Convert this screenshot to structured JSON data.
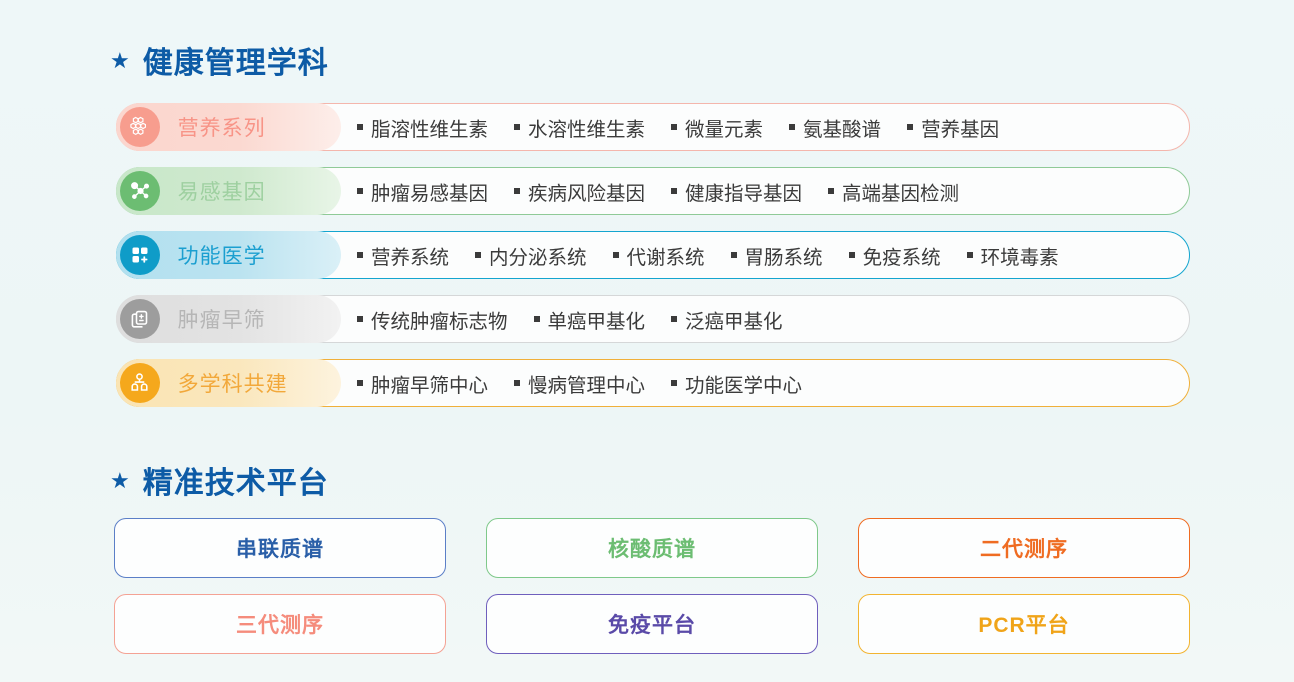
{
  "sections": {
    "health": {
      "title": "健康管理学科",
      "bullet": "star-icon",
      "title_color": "#0d5ba6",
      "rows": [
        {
          "category": "营养系列",
          "icon": "honeycomb-icon",
          "accent": "#f79d8e",
          "items": [
            "脂溶性维生素",
            "水溶性维生素",
            "微量元素",
            "氨基酸谱",
            "营养基因"
          ]
        },
        {
          "category": "易感基因",
          "icon": "molecule-network-icon",
          "accent": "#6cbd72",
          "items": [
            "肿瘤易感基因",
            "疾病风险基因",
            "健康指导基因",
            "高端基因检测"
          ]
        },
        {
          "category": "功能医学",
          "icon": "grid-plus-icon",
          "accent": "#0f9cc8",
          "items": [
            "营养系统",
            "内分泌系统",
            "代谢系统",
            "胃肠系统",
            "免疫系统",
            "环境毒素"
          ]
        },
        {
          "category": "肿瘤早筛",
          "icon": "report-document-icon",
          "accent": "#9d9d9d",
          "items": [
            "传统肿瘤标志物",
            "单癌甲基化",
            "泛癌甲基化"
          ]
        },
        {
          "category": "多学科共建",
          "icon": "people-group-icon",
          "accent": "#f5a81c",
          "items": [
            "肿瘤早筛中心",
            "慢病管理中心",
            "功能医学中心"
          ]
        }
      ]
    },
    "platform": {
      "title": "精准技术平台",
      "bullet": "star-icon",
      "title_color": "#0d5ba6",
      "cards": [
        {
          "label": "串联质谱",
          "color": "#2a5fa8",
          "border": "#5b7fc7"
        },
        {
          "label": "核酸质谱",
          "color": "#6cbd72",
          "border": "#7fc98a"
        },
        {
          "label": "二代测序",
          "color": "#ef6c22",
          "border": "#ef6c22"
        },
        {
          "label": "三代测序",
          "color": "#f58c7c",
          "border": "#f4a294"
        },
        {
          "label": "免疫平台",
          "color": "#5a4aa8",
          "border": "#6f5fbd"
        },
        {
          "label": "PCR平台",
          "color": "#f0a419",
          "border": "#f2b431"
        }
      ]
    }
  }
}
